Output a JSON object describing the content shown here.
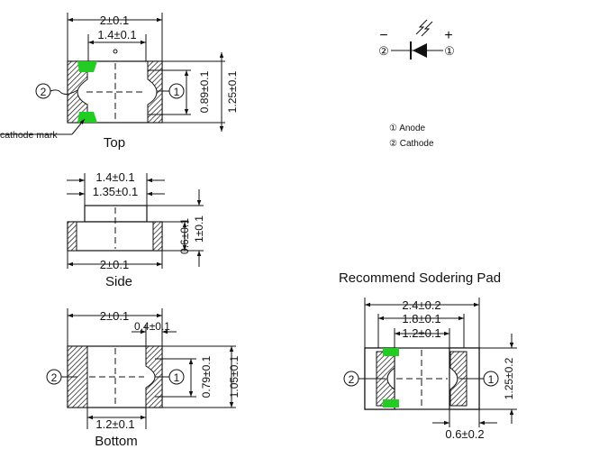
{
  "top_view": {
    "caption": "Top",
    "dim_width": "2±0.1",
    "dim_inner": "1.4±0.1",
    "dim_pad_h": "0.89±0.1",
    "dim_height": "1.25±0.1",
    "cathode_label": "cathode mark",
    "pin_left": "2",
    "pin_right": "1"
  },
  "schematic": {
    "minus": "−",
    "plus": "+",
    "pin_left": "②",
    "pin_right": "①",
    "legend_anode": "① Anode",
    "legend_cathode": "② Cathode"
  },
  "side_view": {
    "caption": "Side",
    "dim_top1": "1.4±0.1",
    "dim_top2": "1.35±0.1",
    "dim_width": "2±0.1",
    "dim_h1": "0.6±0.1",
    "dim_h2": "1±0.1"
  },
  "bottom_view": {
    "caption": "Bottom",
    "dim_width": "2±0.1",
    "dim_pad": "0.4±0.1",
    "dim_gap": "1.2±0.1",
    "dim_pad_h": "0.79±0.1",
    "dim_height": "1.05±0.1",
    "pin_left": "2",
    "pin_right": "1"
  },
  "pad_view": {
    "title": "Recommend Sodering Pad",
    "dim_outer": "2.4±0.2",
    "dim_mid": "1.8±0.1",
    "dim_inner": "1.2±0.1",
    "dim_height": "1.25±0.2",
    "dim_pad_w": "0.6±0.2",
    "pin_left": "2",
    "pin_right": "1"
  },
  "colors": {
    "cathode_mark": "#22cc22",
    "line": "#111111"
  }
}
